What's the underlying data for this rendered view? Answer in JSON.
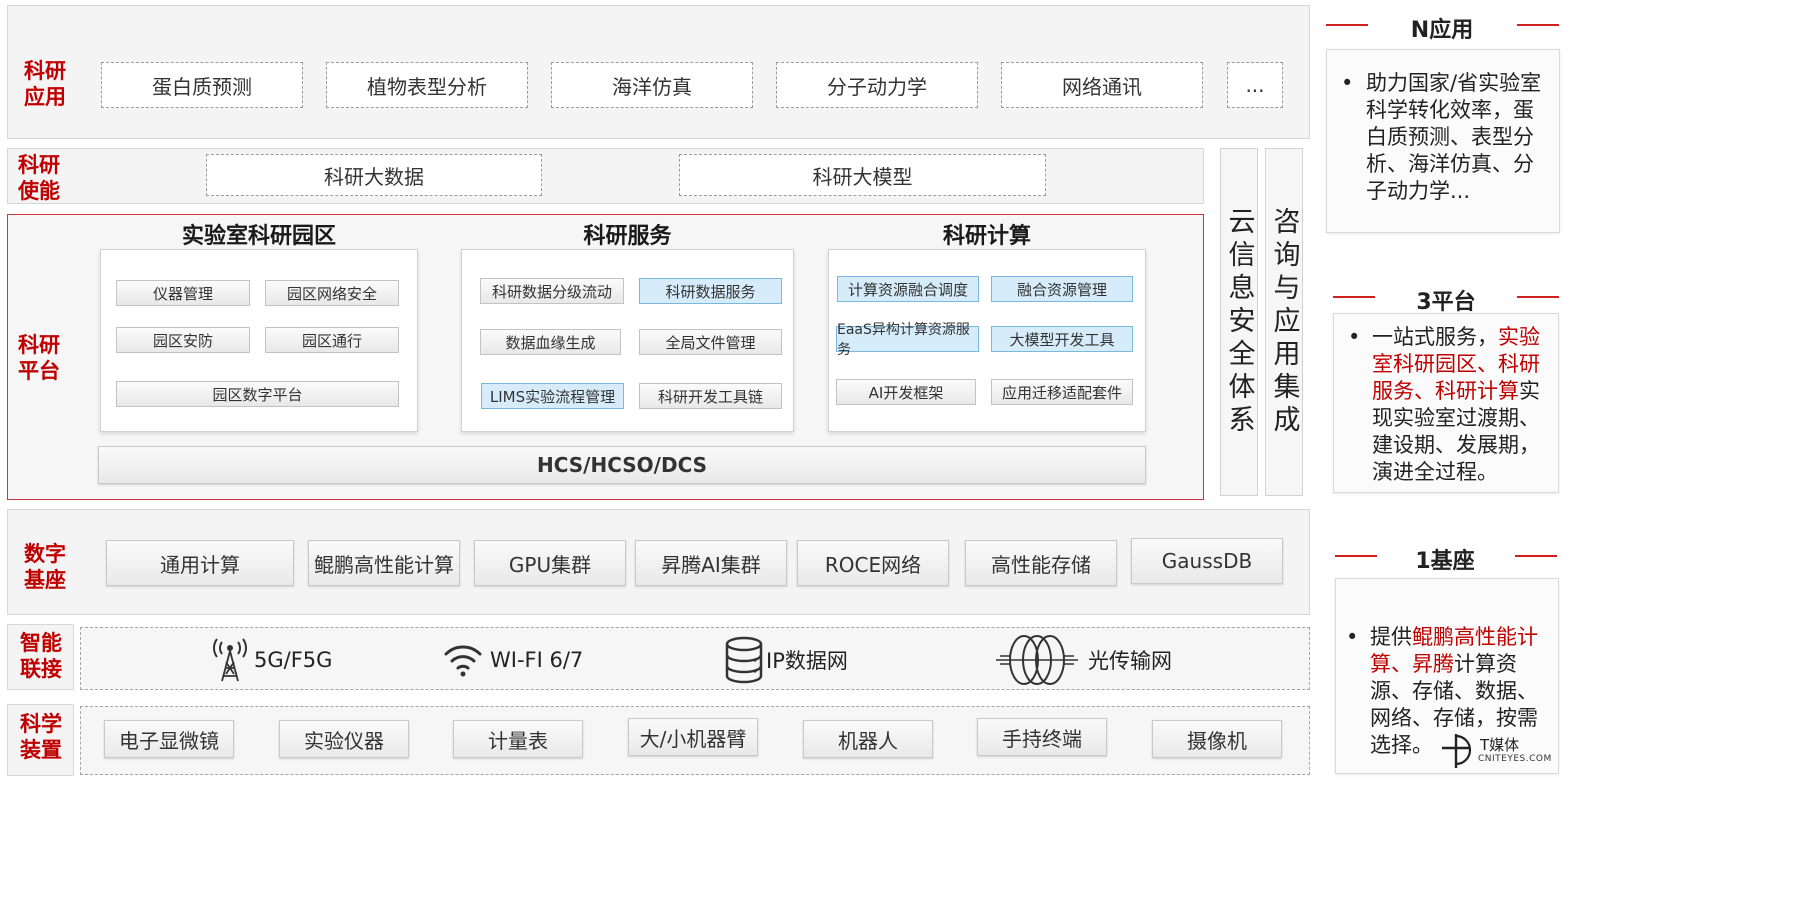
{
  "rows": {
    "apps_label": "科研\n应用",
    "enable_label": "科研\n使能",
    "platform_label": "科研\n平台",
    "digital_label": "数字\n基座",
    "connect_label": "智能\n联接",
    "device_label": "科学\n装置"
  },
  "apps": [
    "蛋白质预测",
    "植物表型分析",
    "海洋仿真",
    "分子动力学",
    "网络通讯",
    "..."
  ],
  "enable": [
    "科研大数据",
    "科研大模型"
  ],
  "platform": {
    "park": {
      "title": "实验室科研园区",
      "items": [
        "仪器管理",
        "园区网络安全",
        "园区安防",
        "园区通行",
        "园区数字平台"
      ]
    },
    "service": {
      "title": "科研服务",
      "items": [
        "科研数据分级流动",
        "科研数据服务",
        "数据血缘生成",
        "全局文件管理",
        "LIMS实验流程管理",
        "科研开发工具链"
      ]
    },
    "compute": {
      "title": "科研计算",
      "items": [
        "计算资源融合调度",
        "融合资源管理",
        "EaaS异构计算资源服务",
        "大模型开发工具",
        "AI开发框架",
        "应用迁移适配套件"
      ]
    },
    "base_bar": "HCS/HCSO/DCS"
  },
  "side_columns": [
    "云信息安全体系",
    "咨询与应用集成"
  ],
  "digital": [
    "通用计算",
    "鲲鹏高性能计算",
    "GPU集群",
    "昇腾AI集群",
    "ROCE网络",
    "高性能存储",
    "GaussDB"
  ],
  "connect": [
    {
      "label": "5G/F5G",
      "icon": "antenna-icon"
    },
    {
      "label": "WI-FI 6/7",
      "icon": "wifi-icon"
    },
    {
      "label": "IP数据网",
      "icon": "database-icon"
    },
    {
      "label": "光传输网",
      "icon": "optical-icon"
    }
  ],
  "devices": [
    "电子显微镜",
    "实验仪器",
    "计量表",
    "大/小机器臂",
    "机器人",
    "手持终端",
    "摄像机"
  ],
  "right": {
    "n_title": "N应用",
    "n_text": "助力国家/省实验室科学转化效率，蛋白质预测、表型分析、海洋仿真、分子动力学...",
    "p_title": "3平台",
    "p_text_1": "一站式服务，",
    "p_text_red": "实验室科研园区、科研服务、科研计算",
    "p_text_2": "实现实验室过渡期、建设期、发展期，演进全过程。",
    "b_title": "1基座",
    "b_text_1": "提供",
    "b_text_red": "鲲鹏高性能计算、昇腾",
    "b_text_2": "计算资源、存储、数据、网络、存储，按需选择。"
  },
  "watermark": {
    "name": "T媒体",
    "domain": "CNITEYES.COM"
  },
  "colors": {
    "accent": "#c00000",
    "blue_box": "#d7ecfa"
  }
}
